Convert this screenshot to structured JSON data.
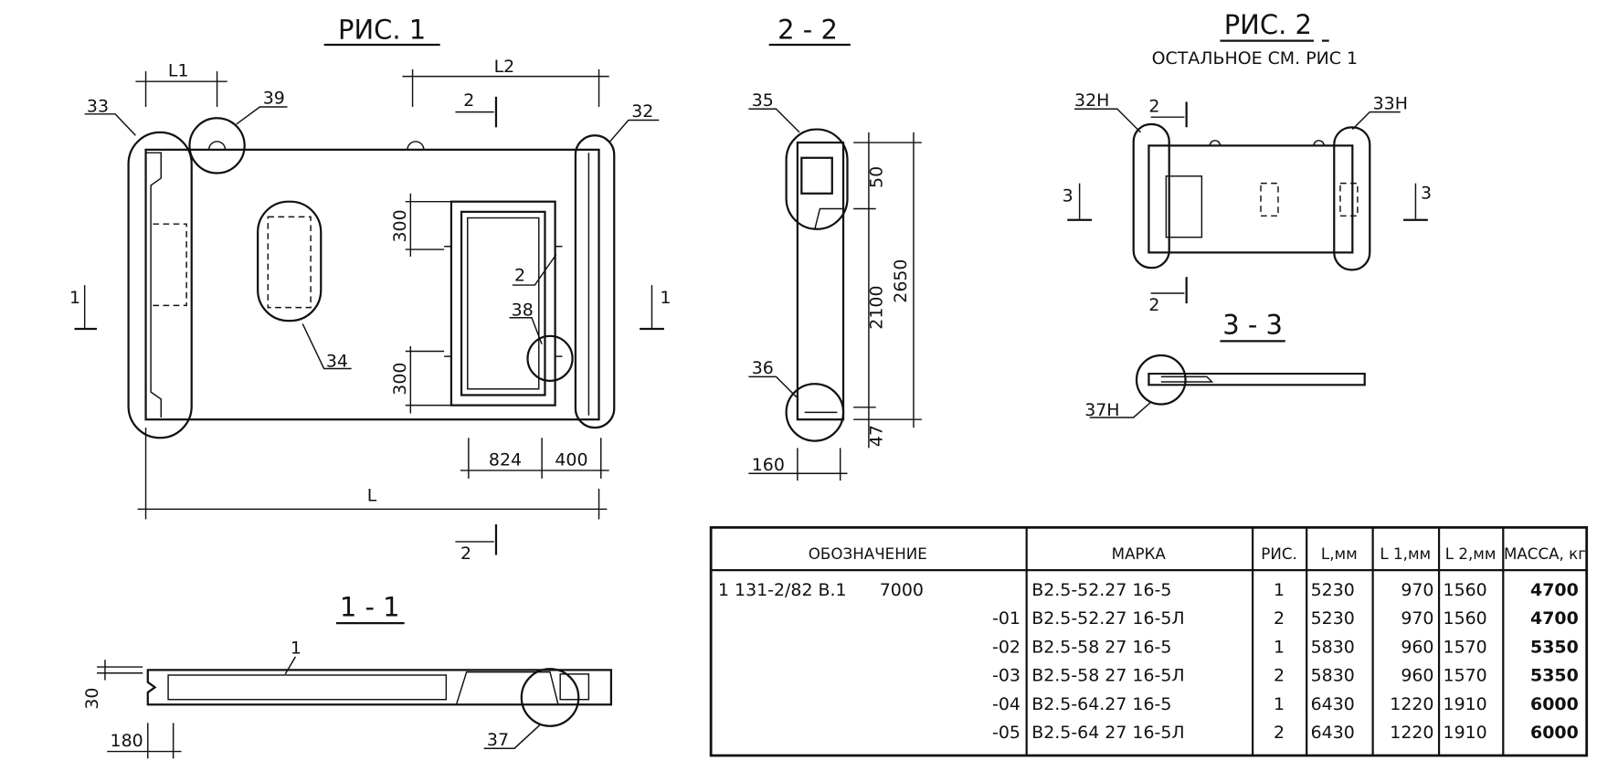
{
  "fig1": {
    "title": "РИС. 1",
    "dims": {
      "l1": "L1",
      "l2": "L2",
      "l": "L",
      "d300a": "300",
      "d300b": "300",
      "d824": "824",
      "d400": "400"
    },
    "callouts": {
      "c33": "33",
      "c39": "39",
      "c32": "32",
      "c34": "34",
      "c38": "38",
      "c2": "2"
    },
    "section_marks": {
      "s2_top": "2",
      "s2_bottom": "2",
      "s1_left": "1",
      "s1_right": "1"
    }
  },
  "section11": {
    "title": "1 - 1",
    "callout1": "1",
    "callout37": "37",
    "d30": "30",
    "d180": "180"
  },
  "section22": {
    "title": "2 - 2",
    "callout35": "35",
    "callout36": "36",
    "d50": "50",
    "d2100": "2100",
    "d2650": "2650",
    "d47": "47",
    "d160": "160"
  },
  "fig2": {
    "title": "РИС. 2",
    "subtitle": "ОСТАЛЬНОЕ СМ. РИС 1",
    "callout32h": "32Н",
    "callout33h": "33Н",
    "s2_top": "2",
    "s2_bottom": "2",
    "s3_left": "3",
    "s3_right": "3"
  },
  "section33": {
    "title": "3 - 3",
    "callout37h": "37Н"
  },
  "table": {
    "headers": [
      "ОБОЗНАЧЕНИЕ",
      "МАРКА",
      "РИС.",
      "L,мм",
      "L 1,мм",
      "L 2,мм",
      "МАССА, кг"
    ],
    "rows": [
      {
        "designation": "1 131-2/82 В.1      7000",
        "suffix": "",
        "mark": "В2.5-52.27 16-5",
        "fig": "1",
        "l": "5230",
        "l1": "970",
        "l2": "1560",
        "mass": "4700"
      },
      {
        "designation": "",
        "suffix": "-01",
        "mark": "В2.5-52.27 16-5Л",
        "fig": "2",
        "l": "5230",
        "l1": "970",
        "l2": "1560",
        "mass": "4700"
      },
      {
        "designation": "",
        "suffix": "-02",
        "mark": "В2.5-58 27 16-5",
        "fig": "1",
        "l": "5830",
        "l1": "960",
        "l2": "1570",
        "mass": "5350"
      },
      {
        "designation": "",
        "suffix": "-03",
        "mark": "В2.5-58 27 16-5Л",
        "fig": "2",
        "l": "5830",
        "l1": "960",
        "l2": "1570",
        "mass": "5350"
      },
      {
        "designation": "",
        "suffix": "-04",
        "mark": "В2.5-64.27 16-5",
        "fig": "1",
        "l": "6430",
        "l1": "1220",
        "l2": "1910",
        "mass": "6000"
      },
      {
        "designation": "",
        "suffix": "-05",
        "mark": "В2.5-64 27 16-5Л",
        "fig": "2",
        "l": "6430",
        "l1": "1220",
        "l2": "1910",
        "mass": "6000"
      }
    ]
  }
}
